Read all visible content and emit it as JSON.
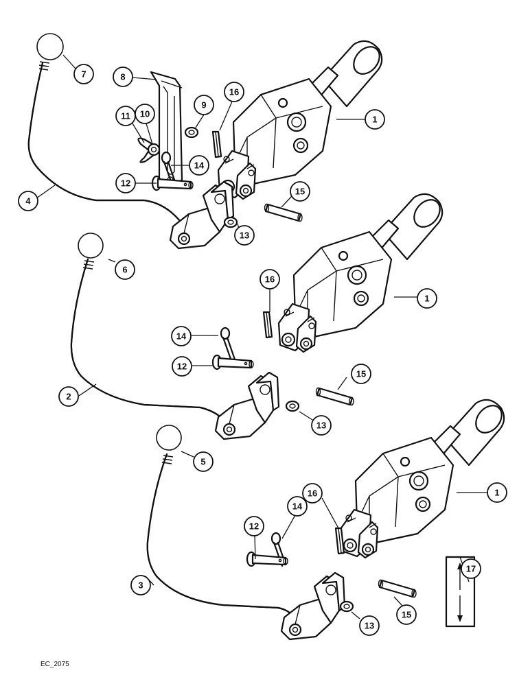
{
  "diagram": {
    "footer_code": "EC_2075",
    "callouts": {
      "c1a": "1",
      "c1b": "1",
      "c1c": "1",
      "c2": "2",
      "c3": "3",
      "c4": "4",
      "c5": "5",
      "c6": "6",
      "c7": "7",
      "c8": "8",
      "c9": "9",
      "c10": "10",
      "c11": "11",
      "c12a": "12",
      "c12b": "12",
      "c12c": "12",
      "c13a": "13",
      "c13b": "13",
      "c13c": "13",
      "c14a": "14",
      "c14b": "14",
      "c14c": "14",
      "c15a": "15",
      "c15b": "15",
      "c15c": "15",
      "c16a": "16",
      "c16b": "16",
      "c16c": "16",
      "c17": "17"
    }
  }
}
